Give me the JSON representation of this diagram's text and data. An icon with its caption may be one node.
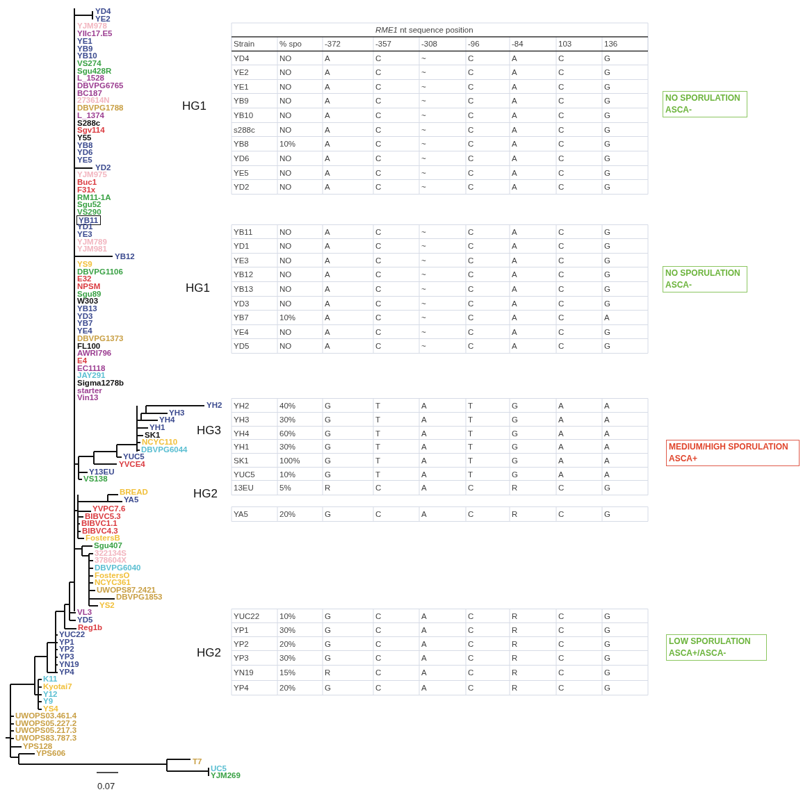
{
  "diagram": {
    "nodes": [
      {
        "text": [
          "YB11"
        ]
      },
      {
        "text": [
          "NO SPORULATION ASCA-"
        ]
      },
      {
        "text": [
          "NO SPORULATION ASCA-"
        ]
      },
      {
        "text": [
          "MEDIUM/HIGH SPORULATION ASCA+"
        ]
      },
      {
        "text": [
          "LOW SPORULATION ASCA+/ASCA-"
        ]
      }
    ],
    "labels": [
      "YD4",
      "YE2",
      "YJM978",
      "YIIc17.E5",
      "YE1",
      "YB9",
      "YB10",
      "VS274",
      "Sgu428R",
      "L_1528",
      "DBVPG6765",
      "BC187",
      "273614N",
      "DBVPG1788",
      "L_1374",
      "S288c",
      "Sgv114",
      "Y55",
      "YB8",
      "YD6",
      "YE5",
      "YD2",
      "YJM975",
      "Buc1",
      "F31x",
      "RM11-1A",
      "Sgu52",
      "VS290",
      "YD1",
      "YE3",
      "YJM789",
      "YJM981",
      "YB12",
      "YS9",
      "DBVPG1106",
      "E32",
      "NPSM",
      "Sgu89",
      "W303",
      "YB13",
      "YD3",
      "YB7",
      "YE4",
      "DBVPG1373",
      "FL100",
      "AWRI796",
      "E4",
      "EC1118",
      "JAY291",
      "Sigma1278b",
      "starter",
      "Vin13",
      "YH2",
      "YH3",
      "YH4",
      "YH1",
      "SK1",
      "NCYC110",
      "DBVPG6044",
      "YUC5",
      "YVCE4",
      "Y13EU",
      "VS138",
      "BREAD",
      "YA5",
      "YVPC7.6",
      "BIBVC5.3",
      "BIBVC1.1",
      "BIBVC4.3",
      "FostersB",
      "Sgu407",
      "322134S",
      "378604X",
      "DBVPG6040",
      "FostersO",
      "NCYC361",
      "UWOPS87.2421",
      "DBVPG1853",
      "YS2",
      "VL3",
      "YD5",
      "Reg1b",
      "YUC22",
      "YP1",
      "YP2",
      "YP3",
      "YN19",
      "YP4",
      "K11",
      "Kyotai7",
      "Y12",
      "Y9",
      "YS4",
      "UWOPS03.461.4",
      "UWOPS05.227.2",
      "UWOPS05.217.3",
      "UWOPS83.787.3",
      "YPS128",
      "YPS606",
      "T7",
      "UC5",
      "YJM269",
      "0.07",
      "HG1",
      "HG1",
      "HG3",
      "HG2",
      "HG2",
      "*RME1* nt sequence position",
      "Strain",
      "% spo",
      "-372",
      "-357",
      "-308",
      "-96",
      "-84",
      "103",
      "136",
      "YD4",
      "NO",
      "A",
      "C",
      "~",
      "C",
      "A",
      "C",
      "G",
      "YE2",
      "NO",
      "A",
      "C",
      "~",
      "C",
      "A",
      "C",
      "G",
      "YE1",
      "NO",
      "A",
      "C",
      "~",
      "C",
      "A",
      "C",
      "G",
      "YB9",
      "NO",
      "A",
      "C",
      "~",
      "C",
      "A",
      "C",
      "G",
      "YB10",
      "NO",
      "A",
      "C",
      "~",
      "C",
      "A",
      "C",
      "G",
      "s288c",
      "NO",
      "A",
      "C",
      "~",
      "C",
      "A",
      "C",
      "G",
      "YB8",
      "10%",
      "A",
      "C",
      "~",
      "C",
      "A",
      "C",
      "G",
      "YD6",
      "NO",
      "A",
      "C",
      "~",
      "C",
      "A",
      "C",
      "G",
      "YE5",
      "NO",
      "A",
      "C",
      "~",
      "C",
      "A",
      "C",
      "G",
      "YD2",
      "NO",
      "A",
      "C",
      "~",
      "C",
      "A",
      "C",
      "G",
      "YB11",
      "NO",
      "A",
      "C",
      "~",
      "C",
      "A",
      "C",
      "G",
      "YD1",
      "NO",
      "A",
      "C",
      "~",
      "C",
      "A",
      "C",
      "G",
      "YE3",
      "NO",
      "A",
      "C",
      "~",
      "C",
      "A",
      "C",
      "G",
      "YB12",
      "NO",
      "A",
      "C",
      "~",
      "C",
      "A",
      "C",
      "G",
      "YB13",
      "NO",
      "A",
      "C",
      "~",
      "C",
      "A",
      "C",
      "G",
      "YD3",
      "NO",
      "A",
      "C",
      "~",
      "C",
      "A",
      "C",
      "G",
      "YB7",
      "10%",
      "A",
      "C",
      "~",
      "C",
      "A",
      "C",
      "A",
      "YE4",
      "NO",
      "A",
      "C",
      "~",
      "C",
      "A",
      "C",
      "G",
      "YD5",
      "NO",
      "A",
      "C",
      "~",
      "C",
      "A",
      "C",
      "G",
      "YH2",
      "40%",
      "G",
      "T",
      "A",
      "T",
      "G",
      "A",
      "A",
      "YH3",
      "30%",
      "G",
      "T",
      "A",
      "T",
      "G",
      "A",
      "A",
      "YH4",
      "60%",
      "G",
      "T",
      "A",
      "T",
      "G",
      "A",
      "A",
      "YH1",
      "30%",
      "G",
      "T",
      "A",
      "T",
      "G",
      "A",
      "A",
      "SK1",
      "100%",
      "G",
      "T",
      "A",
      "T",
      "G",
      "A",
      "A",
      "YUC5",
      "10%",
      "G",
      "T",
      "A",
      "T",
      "G",
      "A",
      "A",
      "13EU",
      "5%",
      "R",
      "C",
      "A",
      "C",
      "R",
      "C",
      "G",
      "YA5",
      "20%",
      "G",
      "C",
      "A",
      "C",
      "R",
      "C",
      "G",
      "YUC22",
      "10%",
      "G",
      "C",
      "A",
      "C",
      "R",
      "C",
      "G",
      "YP1",
      "30%",
      "G",
      "C",
      "A",
      "C",
      "R",
      "C",
      "G",
      "YP2",
      "20%",
      "G",
      "C",
      "A",
      "C",
      "R",
      "C",
      "G",
      "YP3",
      "30%",
      "G",
      "C",
      "A",
      "C",
      "R",
      "C",
      "G",
      "YN19",
      "15%",
      "R",
      "C",
      "A",
      "C",
      "R",
      "C",
      "G",
      "YP4",
      "20%",
      "G",
      "C",
      "A",
      "C",
      "R",
      "C",
      "G"
    ]
  }
}
